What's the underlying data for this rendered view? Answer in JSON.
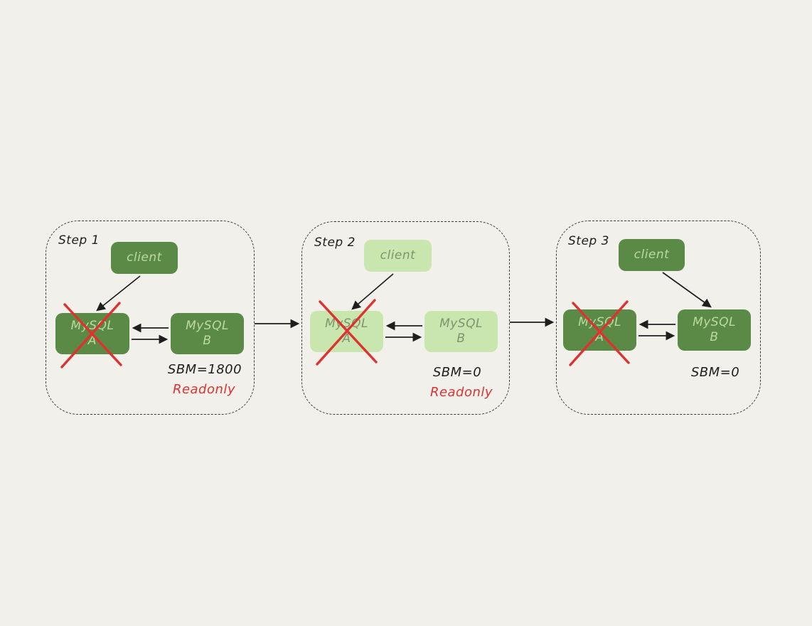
{
  "diagram_title": "MySQL replication failover steps",
  "colors": {
    "background": "#f2f0ea",
    "node_dark_green": "#5a8a46",
    "node_light_green": "#c9e6ae",
    "node_dark_text": "#bdd9a0",
    "node_light_text": "#7f936e",
    "failure_red": "#e03131",
    "line_color": "#1e1e1e"
  },
  "steps": [
    {
      "label": "Step 1",
      "client": "client",
      "node_a": {
        "line1": "MySQL",
        "line2": "A"
      },
      "node_b": {
        "line1": "MySQL",
        "line2": "B"
      },
      "sbm": "SBM=1800",
      "readonly": "Readonly",
      "client_connects_to": "A",
      "failed_node": "A",
      "theme": "dark"
    },
    {
      "label": "Step 2",
      "client": "client",
      "node_a": {
        "line1": "MySQL",
        "line2": "A"
      },
      "node_b": {
        "line1": "MySQL",
        "line2": "B"
      },
      "sbm": "SBM=0",
      "readonly": "Readonly",
      "client_connects_to": "A",
      "failed_node": "A",
      "theme": "light"
    },
    {
      "label": "Step 3",
      "client": "client",
      "node_a": {
        "line1": "MySQL",
        "line2": "A"
      },
      "node_b": {
        "line1": "MySQL",
        "line2": "B"
      },
      "sbm": "SBM=0",
      "client_connects_to": "B",
      "failed_node": "A",
      "theme": "dark"
    }
  ]
}
